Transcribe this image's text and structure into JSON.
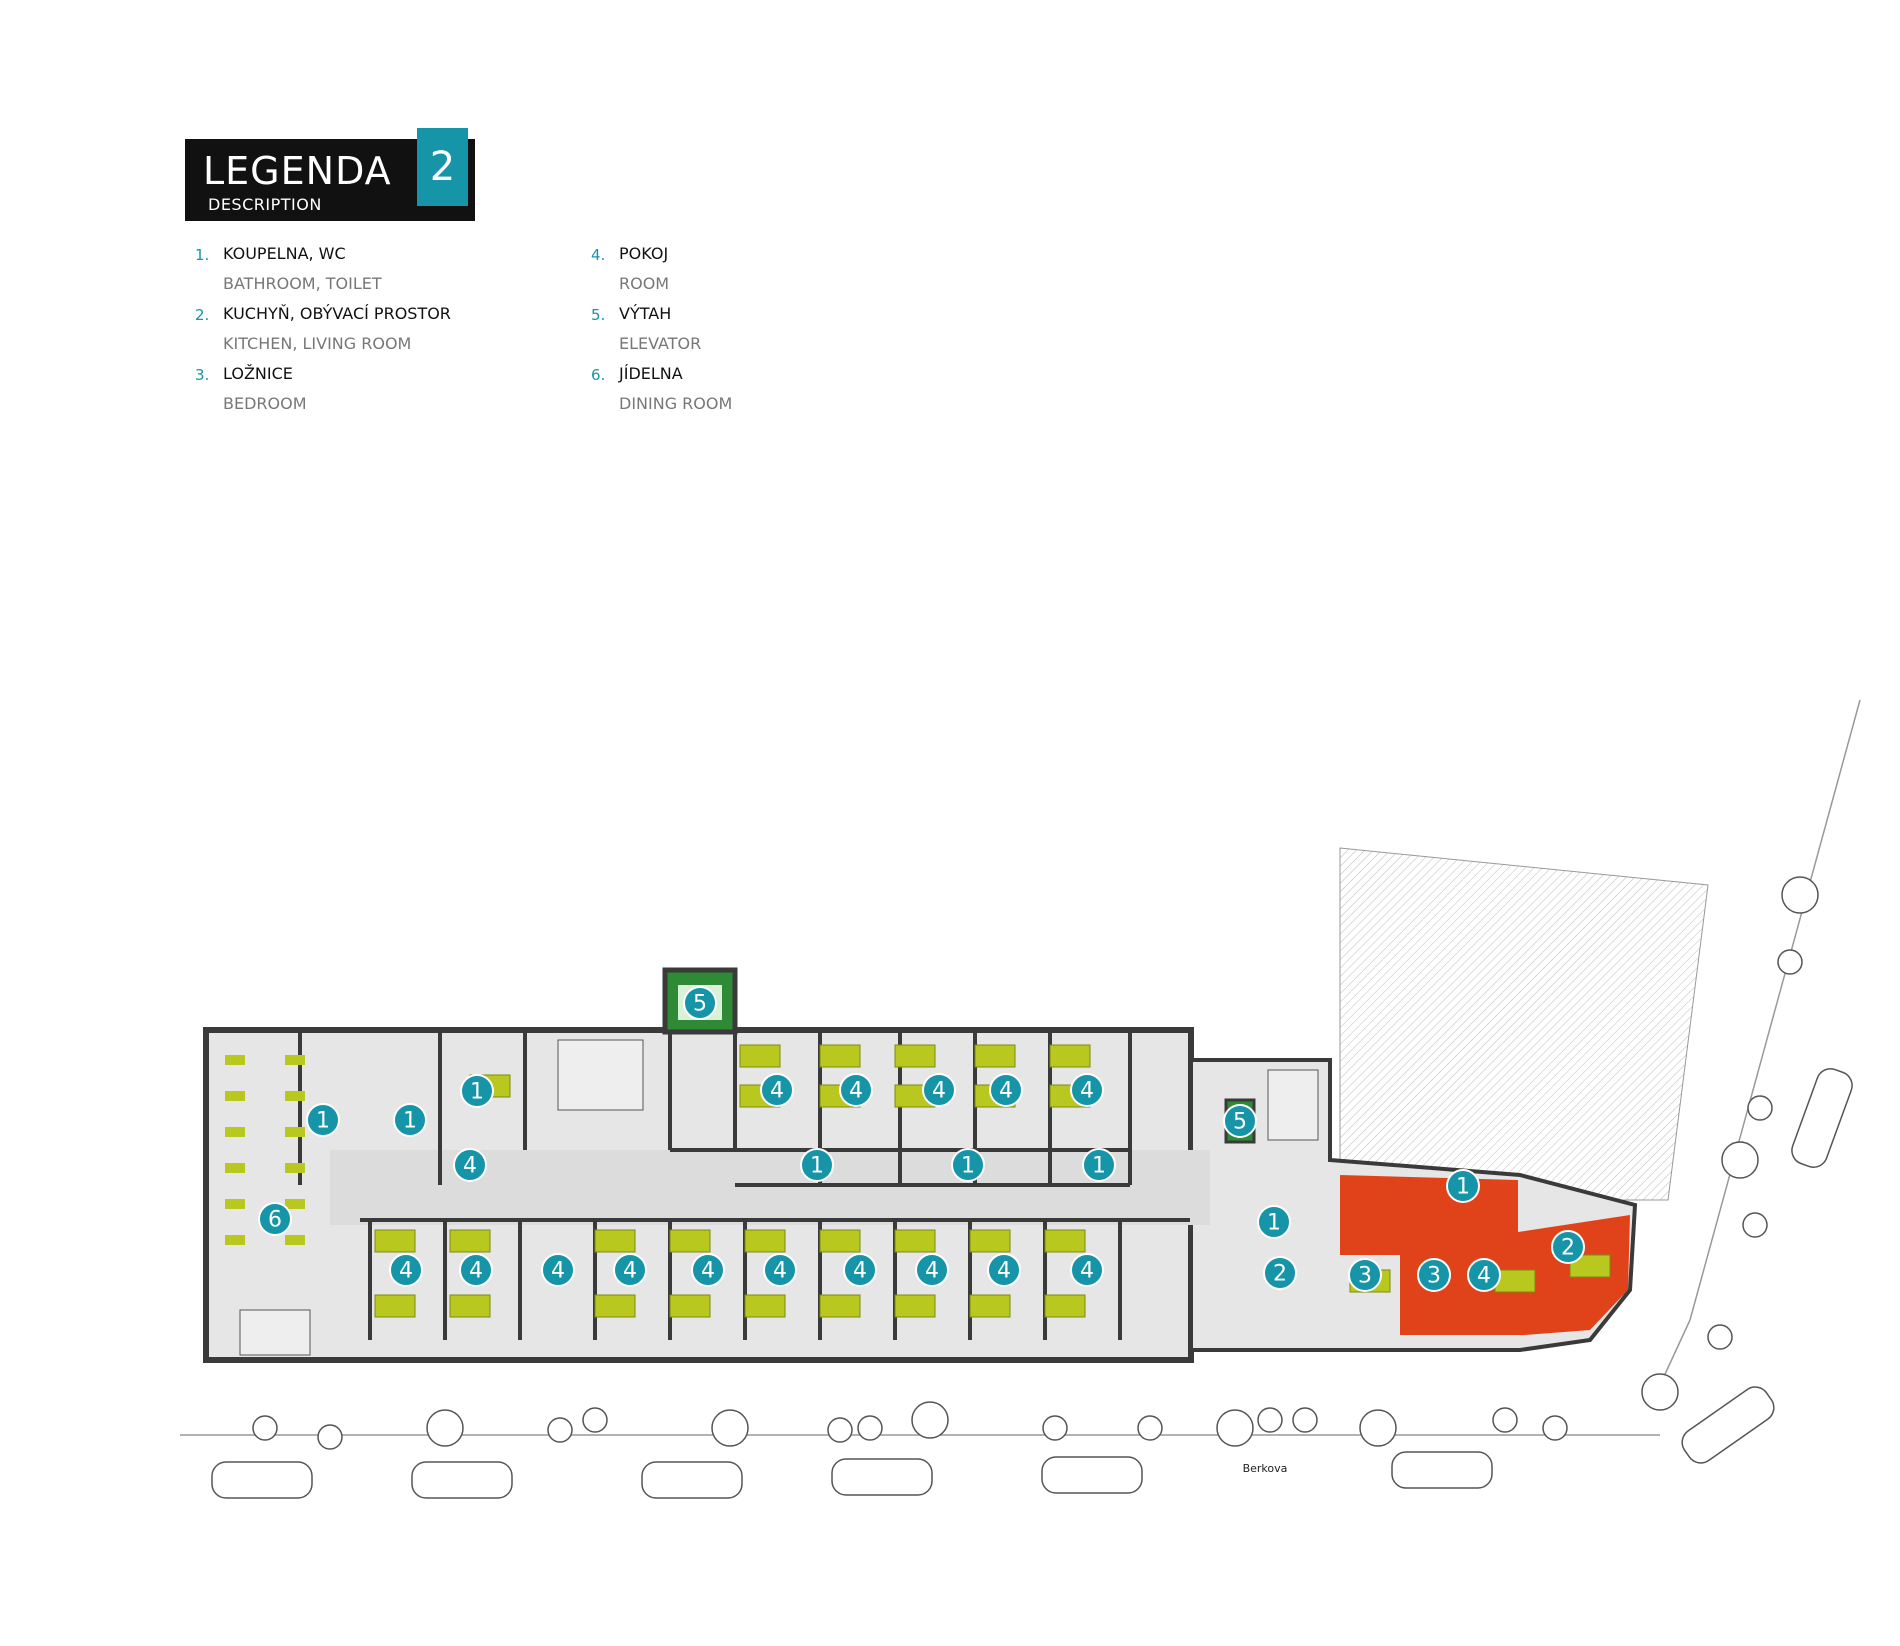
{
  "legend": {
    "title": "LEGENDA",
    "subtitle": "DESCRIPTION",
    "number": "2",
    "items": [
      {
        "num": "1.",
        "cz": "KOUPELNA, WC",
        "en": "BATHROOM, TOILET"
      },
      {
        "num": "2.",
        "cz": "KUCHYŇ, OBÝVACÍ PROSTOR",
        "en": "KITCHEN, LIVING ROOM"
      },
      {
        "num": "3.",
        "cz": "LOŽNICE",
        "en": "BEDROOM"
      },
      {
        "num": "4.",
        "cz": "POKOJ",
        "en": "ROOM"
      },
      {
        "num": "5.",
        "cz": "VÝTAH",
        "en": "ELEVATOR"
      },
      {
        "num": "6.",
        "cz": "JÍDELNA",
        "en": "DINING ROOM"
      }
    ]
  },
  "plan": {
    "street_name": "Berkova",
    "colors": {
      "wall": "#3a3a3a",
      "floor": "#e6e6e6",
      "badge": "#1694a8",
      "furniture": "#b8c81e",
      "highlight": "#e0431a",
      "elevator": "#3aa040"
    },
    "badges": [
      "5",
      "1",
      "1",
      "4",
      "1",
      "4",
      "4",
      "4",
      "4",
      "4",
      "1",
      "1",
      "1",
      "6",
      "4",
      "4",
      "4",
      "4",
      "4",
      "4",
      "4",
      "4",
      "4",
      "4",
      "5",
      "1",
      "2",
      "3",
      "3",
      "4",
      "2",
      "1"
    ]
  }
}
